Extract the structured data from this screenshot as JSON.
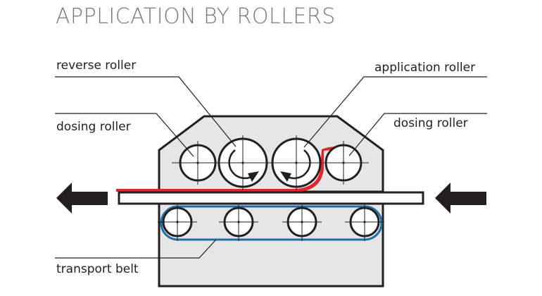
{
  "title": "APPLICATION BY ROLLERS",
  "labels": {
    "reverse_roller": "reverse roller",
    "dosing_roller_left": "dosing roller",
    "application_roller": "application roller",
    "dosing_roller_right": "dosing roller",
    "transport_belt": "transport belt"
  },
  "colors": {
    "title": "#7a7a7a",
    "text": "#231f20",
    "housing_fill": "#e6e6e7",
    "outline": "#231f20",
    "coating": "#e2242b",
    "belt": "#1f6fa8"
  },
  "icons": {
    "direction_left": "arrow-left-icon",
    "direction_in": "arrow-left-icon"
  }
}
